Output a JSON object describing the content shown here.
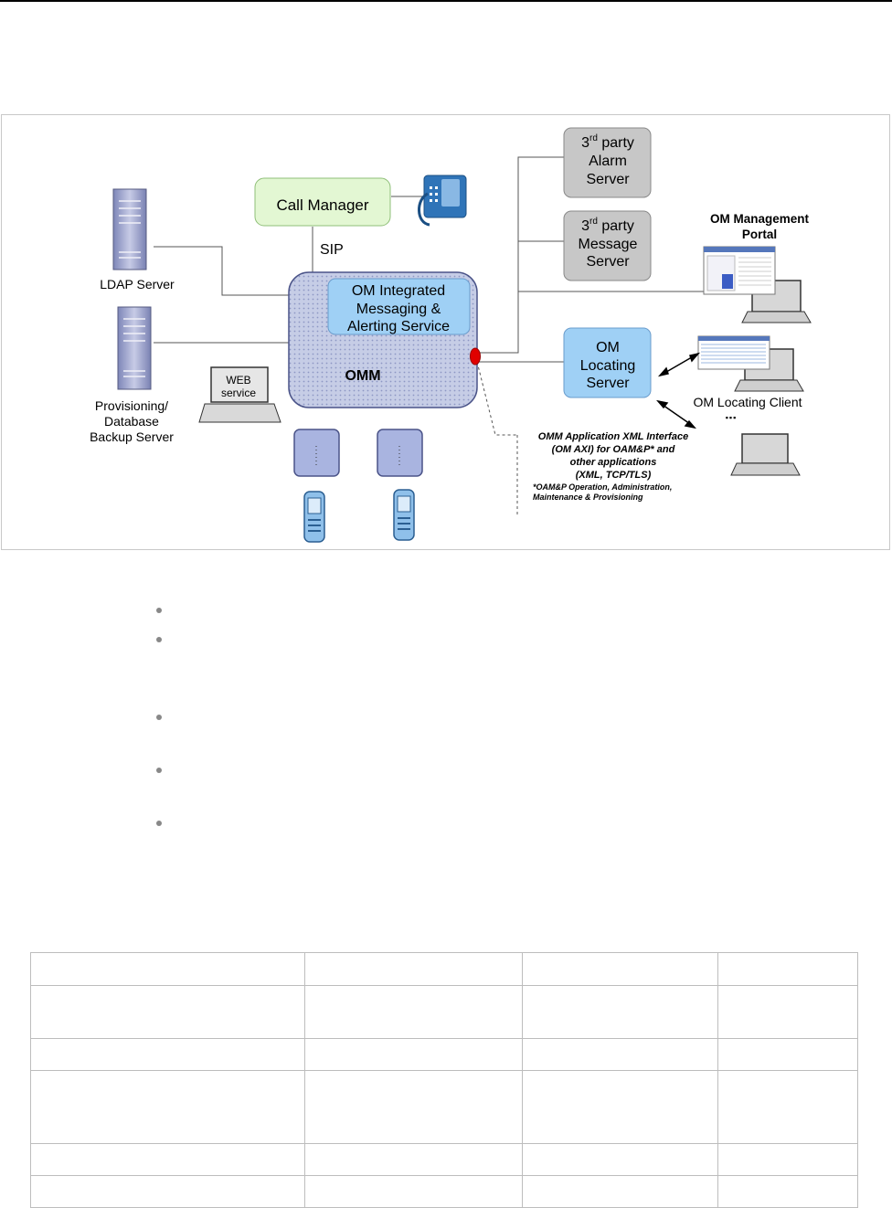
{
  "diagram": {
    "call_manager": "Call Manager",
    "sip_label": "SIP",
    "ldap_server": "LDAP Server",
    "provisioning_lines": [
      "Provisioning/",
      "Database",
      "Backup Server"
    ],
    "web_service_lines": [
      "WEB",
      "service"
    ],
    "omm_label": "OMM",
    "om_integrated_lines": [
      "OM Integrated",
      "Messaging &",
      "Alerting Service"
    ],
    "alarm_server": {
      "prefix": "3",
      "sup": "rd",
      "suffix": " party",
      "line2": "Alarm",
      "line3": "Server"
    },
    "message_server": {
      "prefix": "3",
      "sup": "rd",
      "suffix": " party",
      "line2": "Message",
      "line3": "Server"
    },
    "locating_server_lines": [
      "OM",
      "Locating",
      "Server"
    ],
    "management_portal_lines": [
      "OM Management",
      "Portal"
    ],
    "locating_client": "OM Locating Client",
    "client_dots": "▪▪▪",
    "axi_lines": [
      "OMM Application XML Interface",
      "(OM AXI) for OAM&P* and",
      "other applications",
      "(XML, TCP/TLS)"
    ],
    "oamp_lines": [
      "*OAM&P    Operation, Administration,",
      "Maintenance & Provisioning"
    ],
    "colors": {
      "green_box": "#e3f7d3",
      "blue_box": "#9fd0f5",
      "gray_box": "#c7c7c7",
      "omm_fill": "#c6cde6",
      "red_port": "#e00000"
    }
  },
  "table": {
    "rows": [
      [
        "",
        "",
        "",
        ""
      ],
      [
        "",
        "",
        "",
        ""
      ],
      [
        "",
        "",
        "",
        ""
      ],
      [
        "",
        "",
        "",
        ""
      ],
      [
        "",
        "",
        "",
        ""
      ],
      [
        "",
        "",
        "",
        ""
      ]
    ]
  }
}
